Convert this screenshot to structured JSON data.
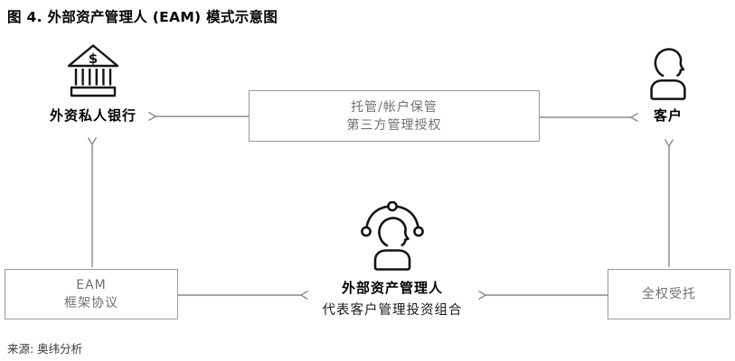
{
  "figure": {
    "title": "图 4. 外部资产管理人 (EAM) 模式示意图",
    "source": "来源: 奥纬分析"
  },
  "nodes": {
    "bank": {
      "label": "外资私人银行",
      "icon": "bank-icon"
    },
    "customer": {
      "label": "客户",
      "icon": "person-icon"
    },
    "eam_manager": {
      "label": "外部资产管理人",
      "sublabel": "代表客户管理投资组合",
      "icon": "person-network-icon"
    }
  },
  "boxes": {
    "custody": {
      "line1": "托管/帐户保管",
      "line2": "第三方管理授权"
    },
    "eam_agreement": {
      "line1": "EAM",
      "line2": "框架协议"
    },
    "discretionary": {
      "label": "全权受托"
    }
  },
  "connections": [
    {
      "from": "custody-box",
      "to": "bank",
      "arrow": "left"
    },
    {
      "from": "custody-box",
      "to": "customer",
      "arrow": "right"
    },
    {
      "from": "eam-agreement-box",
      "to": "bank",
      "arrow": "up"
    },
    {
      "from": "discretionary-box",
      "to": "customer",
      "arrow": "up"
    },
    {
      "from": "eam-agreement-box",
      "to": "eam-manager",
      "arrow": "right"
    },
    {
      "from": "discretionary-box",
      "to": "eam-manager",
      "arrow": "left"
    }
  ],
  "colors": {
    "line": "#8a8a8a",
    "box_border": "#9a9a9a",
    "box_text": "#707070",
    "icon_stroke": "#141414",
    "title_text": "#000000",
    "source_text": "#3a3a3a"
  }
}
